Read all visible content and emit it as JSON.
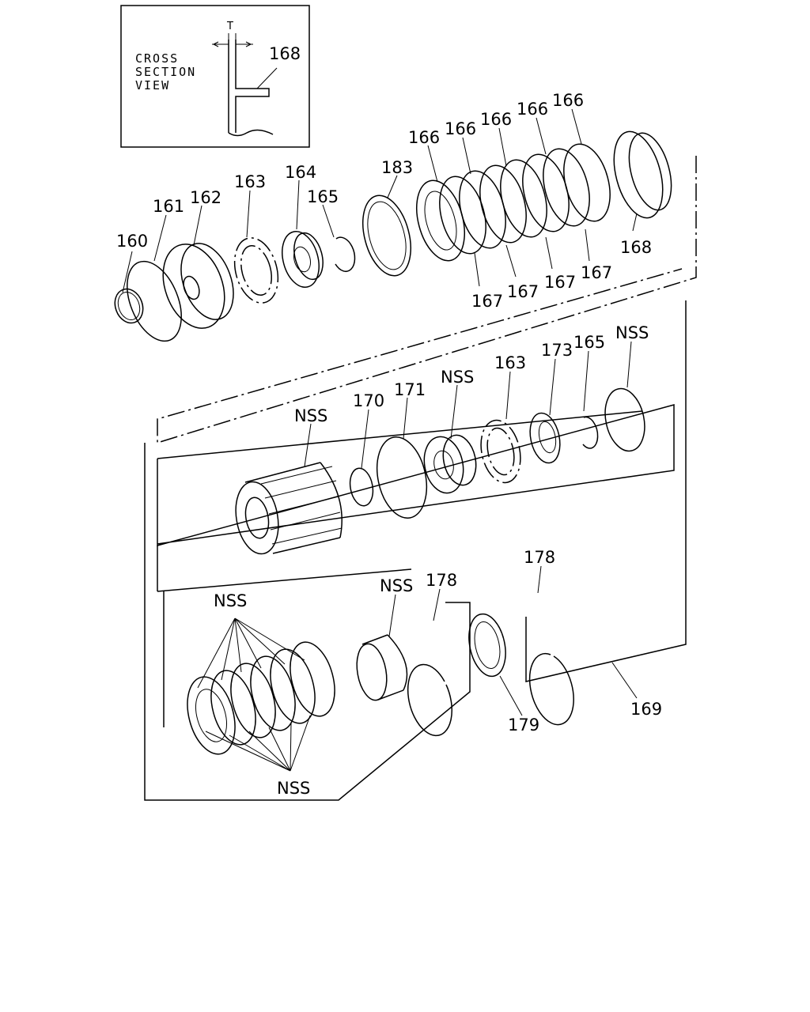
{
  "inset": {
    "title_line1": "CROSS",
    "title_line2": "SECTION",
    "title_line3": "VIEW",
    "dimension_label": "T",
    "part_label": "168"
  },
  "callouts": {
    "p160": "160",
    "p161": "161",
    "p162": "162",
    "p163a": "163",
    "p164": "164",
    "p165a": "165",
    "p183": "183",
    "p166a": "166",
    "p166b": "166",
    "p166c": "166",
    "p166d": "166",
    "p166e": "166",
    "p167a": "167",
    "p167b": "167",
    "p167c": "167",
    "p167d": "167",
    "p168": "168",
    "nss_gear": "NSS",
    "p170": "170",
    "p171": "171",
    "nss_hub": "NSS",
    "p163b": "163",
    "p173": "173",
    "p165b": "165",
    "nss_ring": "NSS",
    "nss_plates_top": "NSS",
    "nss_plates_bottom": "NSS",
    "nss_drum": "NSS",
    "p178a": "178",
    "p178b": "178",
    "p179": "179",
    "p169": "169"
  }
}
